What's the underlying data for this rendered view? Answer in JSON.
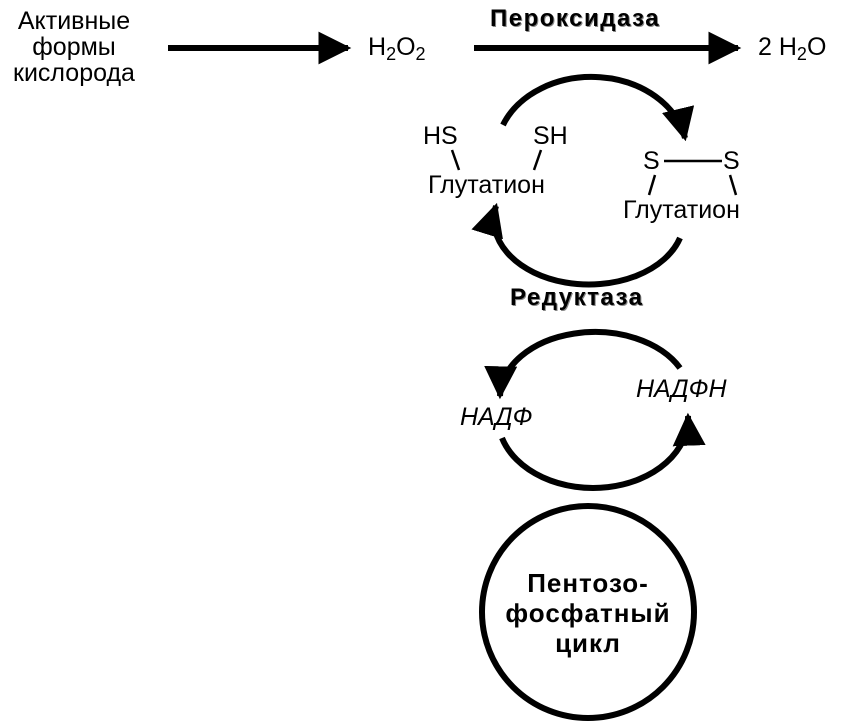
{
  "labels": {
    "ros_line1": "Активные",
    "ros_line2": "формы",
    "ros_line3": "кислорода",
    "h2o2_main": "H",
    "h2o2_sub1": "2",
    "h2o2_o": "O",
    "h2o2_sub2": "2",
    "water_coef": "2",
    "water_h": "H",
    "water_sub": "2",
    "water_o": "O",
    "peroxidase": "Пероксидаза",
    "reductase": "Редуктаза",
    "gsh_hs": "HS",
    "gsh_sh": "SH",
    "gsh_name": "Глутатион",
    "gssg_s1": "S",
    "gssg_s2": "S",
    "gssg_name": "Глутатион",
    "nadp": "НАДФ",
    "nadph": "НАДФН",
    "pentose_line1": "Пентозо-",
    "pentose_line2": "фосфатный",
    "pentose_line3": "цикл"
  }
}
